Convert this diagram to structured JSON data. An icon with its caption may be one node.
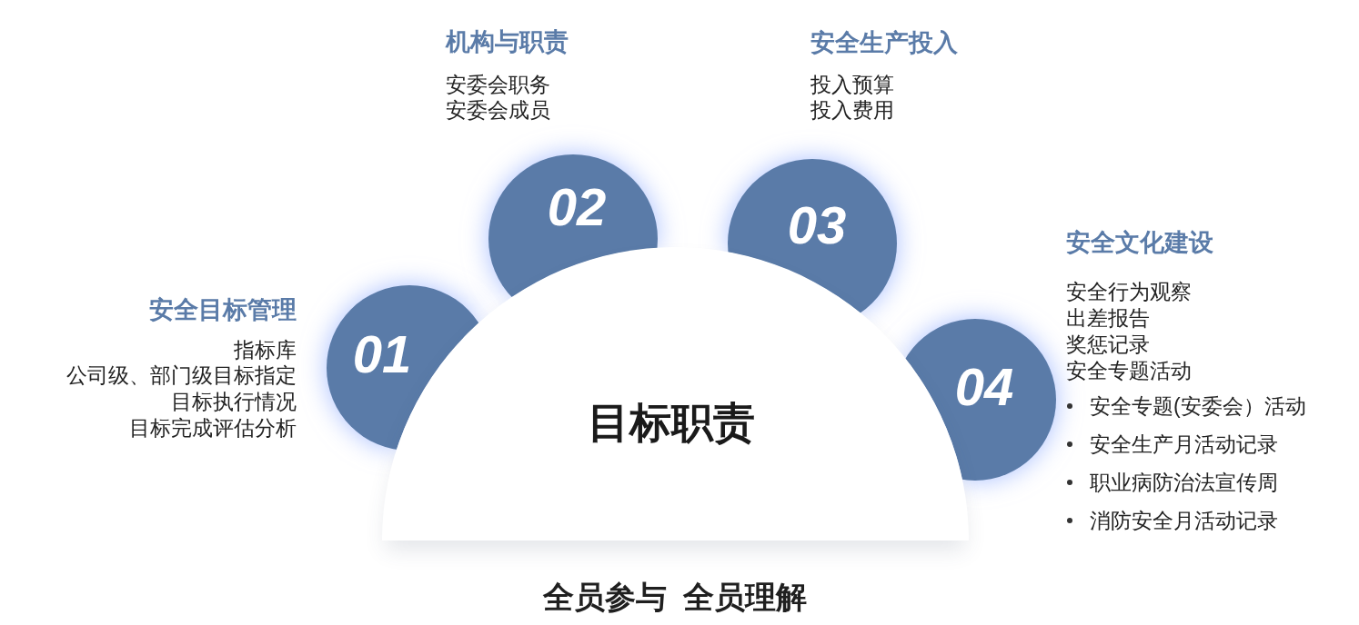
{
  "diagram": {
    "caption": "全员参与  全员理解",
    "nodes": [
      {
        "text": [
          "目标职责"
        ]
      },
      {
        "text": [
          "01"
        ],
        "beside": [
          "安全目标管理",
          "指标库",
          "公司级、部门级目标指定",
          "目标执行情况",
          "目标完成评估分析"
        ]
      },
      {
        "text": [
          "02"
        ],
        "beside": [
          "机构与职责",
          "安委会职务",
          "安委会成员"
        ]
      },
      {
        "text": [
          "03"
        ],
        "beside": [
          "安全生产投入",
          "投入预算",
          "投入费用"
        ]
      },
      {
        "text": [
          "04"
        ],
        "beside": [
          "安全文化建设",
          "安全行为观察",
          "出差报告",
          "奖惩记录",
          "安全专题活动",
          "安全专题(安委会）活动",
          "安全生产月活动记录",
          "职业病防治法宣传周",
          "消防安全月活动记录"
        ]
      }
    ]
  }
}
